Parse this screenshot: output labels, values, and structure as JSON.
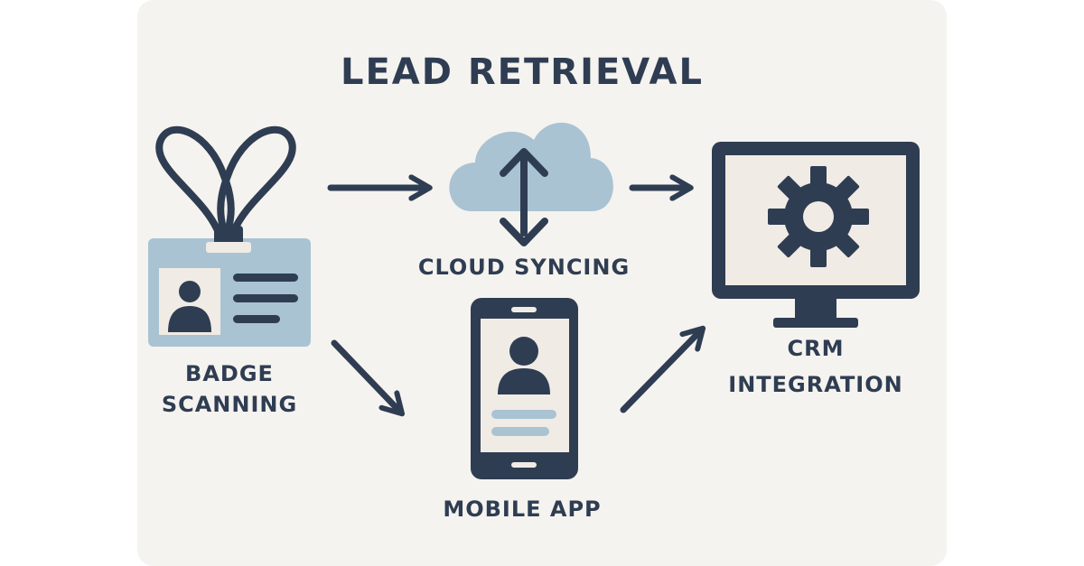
{
  "title": "LEAD RETRIEVAL",
  "nodes": {
    "badge": {
      "label_line1": "BADGE",
      "label_line2": "SCANNING"
    },
    "cloud": {
      "label": "CLOUD SYNCING"
    },
    "crm": {
      "label_line1": "CRM",
      "label_line2": "INTEGRATION"
    },
    "mobile": {
      "label": "MOBILE APP"
    }
  },
  "colors": {
    "ink": "#2f3d52",
    "light_blue": "#a9c3d3",
    "screen": "#f1ebe5",
    "background": "#f5f3ef"
  },
  "icons": [
    "lanyard-badge-icon",
    "cloud-sync-icon",
    "monitor-gear-icon",
    "smartphone-user-icon"
  ]
}
